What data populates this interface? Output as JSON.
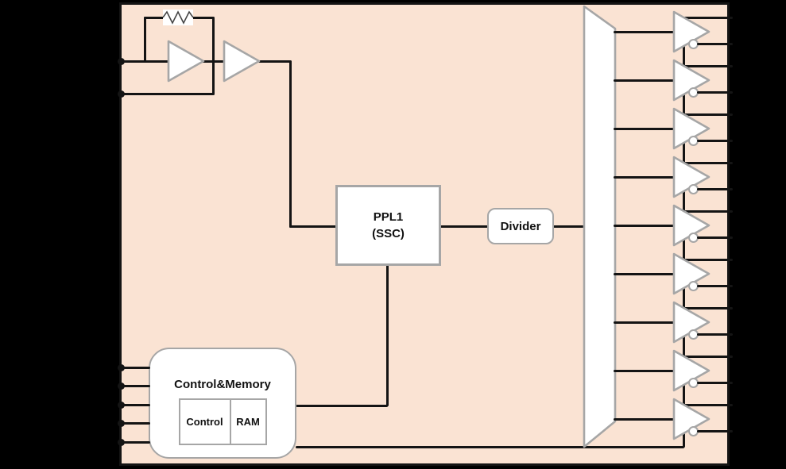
{
  "diagram": {
    "kind": "ic-block-diagram",
    "blocks": {
      "pll": {
        "line1": "PPL1",
        "line2": "(SSC)"
      },
      "divider": {
        "label": "Divider"
      },
      "control_memory": {
        "title": "Control&Memory",
        "sub_blocks": {
          "control": "Control",
          "ram": "RAM"
        }
      }
    },
    "oscillator": {
      "amplifier_count": 2,
      "has_feedback_resistor": true,
      "input_pin_count": 2
    },
    "output_stage": {
      "buffer_count": 9,
      "outputs_per_buffer": 2,
      "inverted_output_bubble": true,
      "mux_shape": "trapezoid"
    },
    "left_control_pin_count": 5,
    "colors": {
      "background": "#000000",
      "chip_fill": "#fae3d3",
      "block_fill": "#ffffff",
      "block_stroke": "#a6a6a6",
      "wire": "#141414"
    }
  }
}
